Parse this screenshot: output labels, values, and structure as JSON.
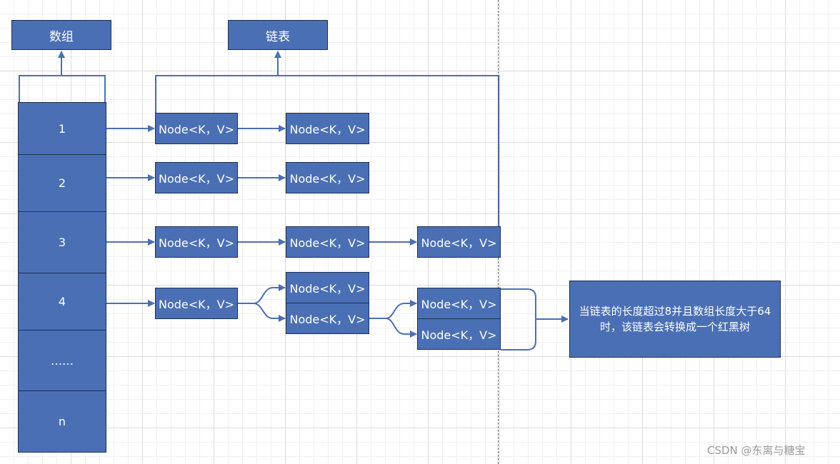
{
  "labels": {
    "array": "数组",
    "linked_list": "链表"
  },
  "array_cells": [
    "1",
    "2",
    "3",
    "4",
    "……",
    "n"
  ],
  "nodes": {
    "r1": [
      "Node<K，V>",
      "Node<K，V>"
    ],
    "r2": [
      "Node<K，V>",
      "Node<K，V>"
    ],
    "r3": [
      "Node<K，V>",
      "Node<K，V>",
      "Node<K，V>"
    ],
    "r4": [
      "Node<K，V>",
      "Node<K，V>",
      "Node<K，V>",
      "Node<K，V>",
      "Node<K，V>"
    ]
  },
  "note": "当链表的长度超过8并且数组长度大于64时，该链表会转换成一个红黑树",
  "watermark": "CSDN @东离与糖宝",
  "colors": {
    "box_fill": "#4a6fb5",
    "box_border": "#1f2f4f",
    "arrow": "#4a6fb5"
  }
}
